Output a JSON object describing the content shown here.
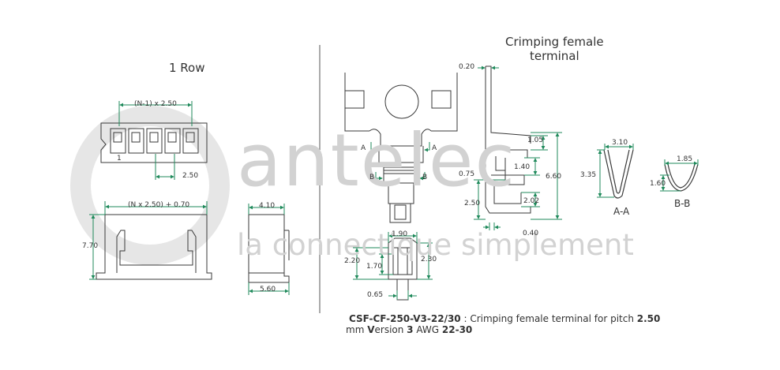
{
  "watermark": {
    "brand": "antelec",
    "tagline": "la connectique simplement"
  },
  "left_panel": {
    "title": "1 Row",
    "dims": {
      "pitch_formula": "(N-1) x 2.50",
      "pitch": "2.50",
      "pin1": "1",
      "width_formula": "(N x 2.50) + 0.70",
      "height": "7.70",
      "side_top": "4.10",
      "side_bottom": "5.60"
    }
  },
  "right_panel": {
    "title_line1": "Crimping female",
    "title_line2": "terminal",
    "section_marks": {
      "a": "A",
      "b": "B",
      "aa": "A-A",
      "bb": "B-B"
    },
    "dims": {
      "thickness": "0.20",
      "d105": "1.05",
      "d140": "1.40",
      "d075": "0.75",
      "d660": "6.60",
      "d250": "2.50",
      "d202": "2.02",
      "d040": "0.40",
      "d310": "3.10",
      "d335": "3.35",
      "d185": "1.85",
      "d160": "1.60",
      "d190": "1.90",
      "d220": "2.20",
      "d170": "1.70",
      "d230": "2.30",
      "d065": "0.65"
    },
    "caption": {
      "part": "CSF-CF-250-V3-22/30",
      "t1": " : Crimping female terminal for pitch ",
      "pitch": "2.50",
      "t2": " mm ",
      "v": "V",
      "t3": "ersion ",
      "ver": "3",
      "t4": " AWG ",
      "awg": "22-30"
    }
  },
  "colors": {
    "dimension": "#1f8a5b",
    "outline": "#3a3a3a",
    "watermark": "#d2d2d2"
  }
}
